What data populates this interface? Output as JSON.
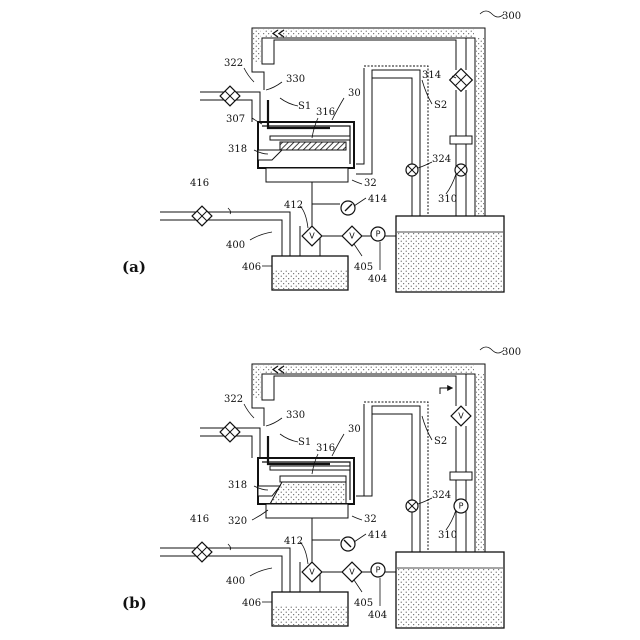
{
  "panels": [
    {
      "key": "a",
      "label": "(a)",
      "refs": {
        "system": "300",
        "chamber": "30",
        "stage": "32",
        "s1": "S1",
        "s2": "S2",
        "r307": "307",
        "r310": "310",
        "r314": "314",
        "r316": "316",
        "r318": "318",
        "r322": "322",
        "r324": "324",
        "r330": "330",
        "r400": "400",
        "r404": "404",
        "r405": "405",
        "r406": "406",
        "r412": "412",
        "r414": "414",
        "r416": "416"
      },
      "symbols": {
        "valve": "V",
        "pump": "P"
      },
      "state": {
        "chamber_filled": false,
        "pump_on_return": false
      }
    },
    {
      "key": "b",
      "label": "(b)",
      "refs": {
        "system": "300",
        "chamber": "30",
        "stage": "32",
        "s1": "S1",
        "s2": "S2",
        "r310": "310",
        "r316": "316",
        "r318": "318",
        "r320": "320",
        "r322": "322",
        "r324": "324",
        "r330": "330",
        "r400": "400",
        "r404": "404",
        "r405": "405",
        "r406": "406",
        "r412": "412",
        "r414": "414",
        "r416": "416"
      },
      "symbols": {
        "valve": "V",
        "pump": "P"
      },
      "state": {
        "chamber_filled": true,
        "pump_on_return": true
      }
    }
  ]
}
